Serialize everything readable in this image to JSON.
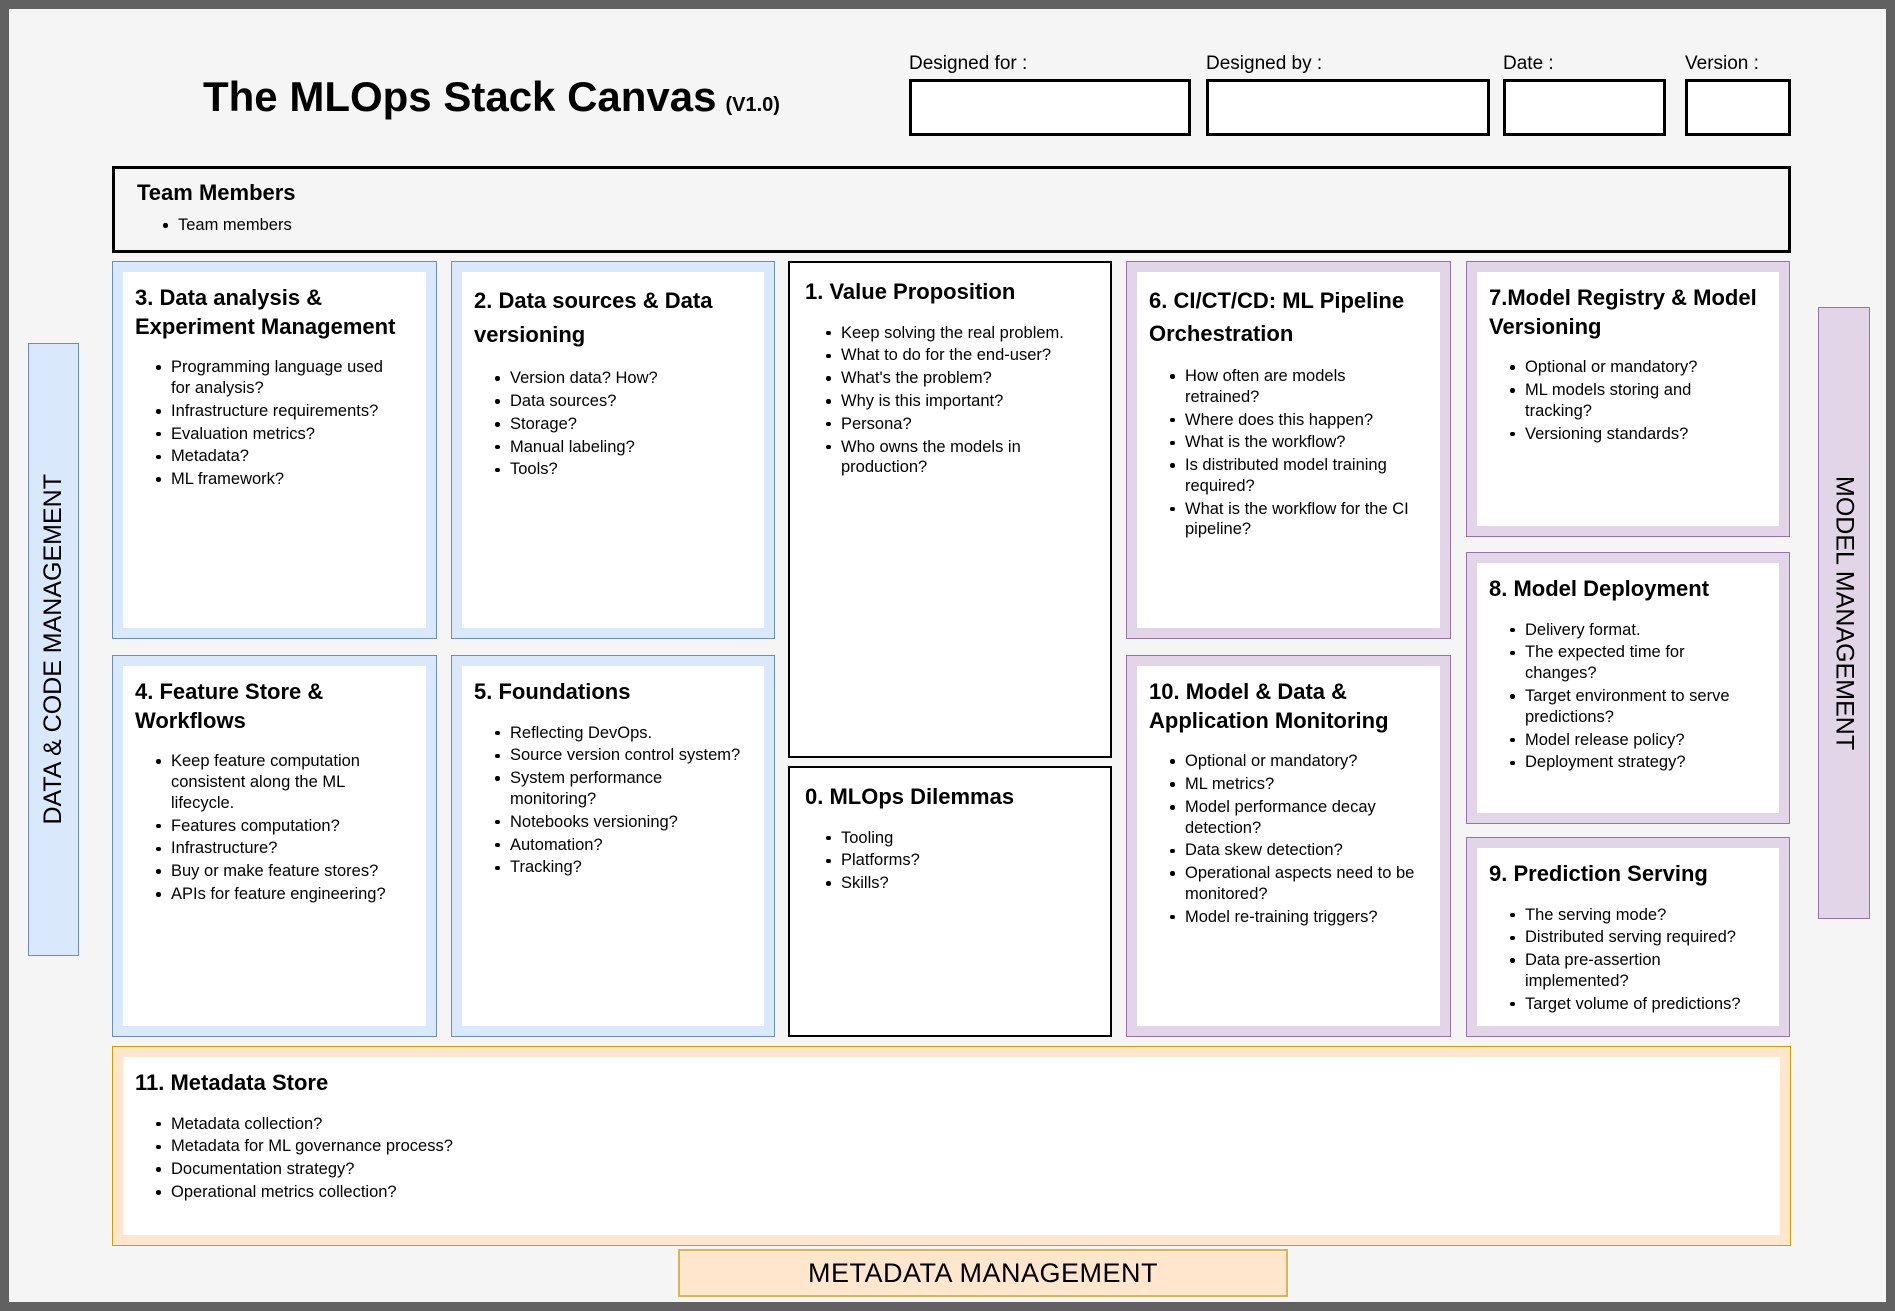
{
  "title": {
    "text": "The MLOps Stack Canvas",
    "version": "(V1.0)"
  },
  "header": {
    "fields": [
      {
        "label": "Designed for :"
      },
      {
        "label": "Designed by :"
      },
      {
        "label": "Date :"
      },
      {
        "label": "Version :"
      }
    ]
  },
  "team": {
    "title": "Team Members",
    "items": [
      "Team members"
    ]
  },
  "side_labels": {
    "left": "DATA & CODE MANAGEMENT",
    "right": "MODEL MANAGEMENT"
  },
  "panels": {
    "data_analysis": {
      "title": "3. Data analysis & Experiment Management",
      "items": [
        "Programming language used for analysis?",
        "Infrastructure requirements?",
        "Evaluation metrics?",
        "Metadata?",
        "ML framework?"
      ]
    },
    "data_sources": {
      "title": "2. Data sources & Data versioning",
      "items": [
        "Version data? How?",
        "Data sources?",
        "Storage?",
        "Manual labeling?",
        "Tools?"
      ]
    },
    "value_proposition": {
      "title": "1. Value Proposition",
      "items": [
        "Keep solving the real problem.",
        "What to do for the end-user?",
        "What's the problem?",
        "Why is this important?",
        "Persona?",
        "Who owns the models in production?"
      ]
    },
    "ci_pipeline": {
      "title": "6. CI/CT/CD: ML Pipeline Orchestration",
      "items": [
        "How often are models retrained?",
        "Where does this happen?",
        "What is the workflow?",
        "Is distributed model training required?",
        "What is the workflow for the CI pipeline?"
      ]
    },
    "model_registry": {
      "title": "7.Model Registry & Model Versioning",
      "items": [
        "Optional or mandatory?",
        "ML models storing and tracking?",
        "Versioning standards?"
      ]
    },
    "feature_store": {
      "title": "4. Feature Store & Workflows",
      "items": [
        "Keep feature computation consistent along the ML lifecycle.",
        "Features computation?",
        "Infrastructure?",
        "Buy or make feature stores?",
        "APIs for feature engineering?"
      ]
    },
    "foundations": {
      "title": "5. Foundations",
      "items": [
        "Reflecting DevOps.",
        "Source version control system?",
        "System performance monitoring?",
        "Notebooks versioning?",
        "Automation?",
        "Tracking?"
      ]
    },
    "mlops_dilemmas": {
      "title": "0. MLOps Dilemmas",
      "items": [
        "Tooling",
        "Platforms?",
        "Skills?"
      ]
    },
    "monitoring": {
      "title": "10. Model & Data & Application Monitoring",
      "items": [
        "Optional or mandatory?",
        "ML metrics?",
        "Model performance decay detection?",
        "Data skew detection?",
        "Operational aspects need to be monitored?",
        "Model re-training triggers?"
      ]
    },
    "model_deployment": {
      "title": "8. Model Deployment",
      "items": [
        "Delivery format.",
        "The expected time for changes?",
        "Target environment to serve predictions?",
        "Model release policy?",
        "Deployment strategy?"
      ]
    },
    "prediction_serving": {
      "title": "9. Prediction Serving",
      "items": [
        "The serving mode?",
        "Distributed serving required?",
        "Data pre-assertion implemented?",
        "Target volume of predictions?"
      ]
    },
    "metadata_store": {
      "title": "11. Metadata Store",
      "items": [
        "Metadata collection?",
        "Metadata for ML governance process?",
        "Documentation strategy?",
        "Operational metrics collection?"
      ]
    }
  },
  "footer": {
    "label": "METADATA MANAGEMENT"
  },
  "colors": {
    "background": "#f5f5f5",
    "frame": "#616161",
    "blue_fill": "#dae8fc",
    "blue_stroke": "#6c8ebf",
    "purple_fill": "#e1d5e7",
    "purple_stroke": "#9673a6",
    "orange_fill": "#ffe6cc",
    "orange_stroke": "#d79b00",
    "footer_stroke": "#d6b656",
    "black_stroke": "#000000"
  }
}
